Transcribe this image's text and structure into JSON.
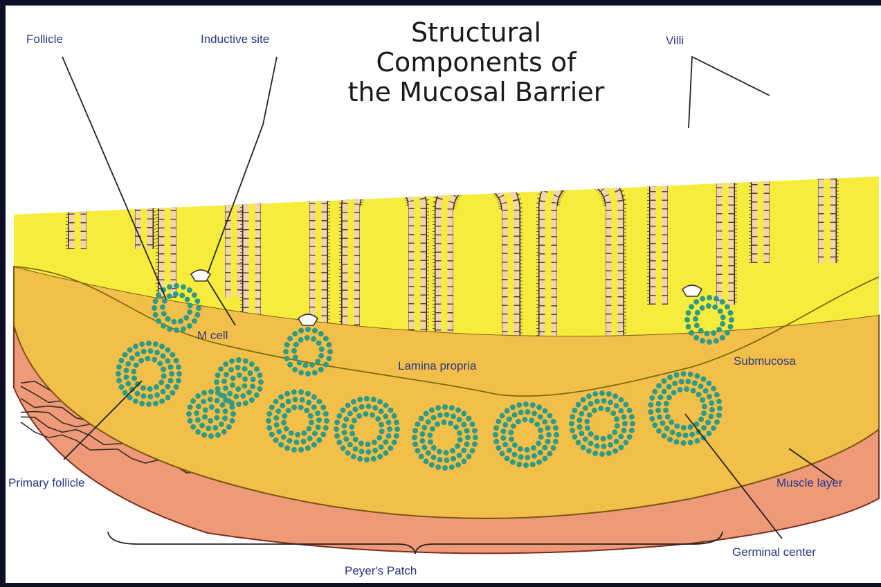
{
  "title": {
    "line1": "Structural",
    "line2": "Components of",
    "line3": "the Mucosal Barrier"
  },
  "labels": {
    "follicle": "Follicle",
    "inductive_site": "Inductive site",
    "villi": "Villi",
    "m_cell": "M cell",
    "lamina_propria": "Lamina propria",
    "submucosa": "Submucosa",
    "primary_follicle": "Primary follicle",
    "muscle_layer": "Muscle layer",
    "germinal_center": "Germinal center",
    "peyers_patch": "Peyer's Patch"
  },
  "colors": {
    "frame": "#0e1028",
    "background": "#ffffff",
    "lamina_propria": "#f7ec3c",
    "submucosa": "#f2c04a",
    "muscle": "#ee9a78",
    "epithelium": "#f2d4b0",
    "lymphocyte": "#2f9a86",
    "label": "#2a3485"
  }
}
